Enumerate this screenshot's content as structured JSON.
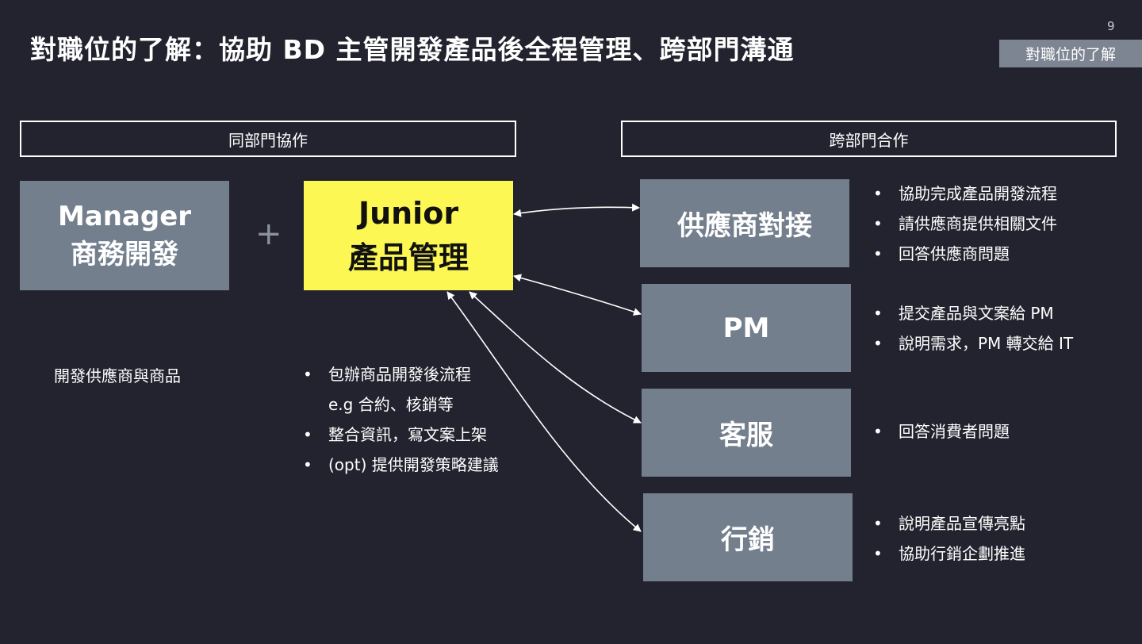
{
  "title": "對職位的了解：協助 BD 主管開發產品後全程管理、跨部門溝通",
  "page_number": "9",
  "section_tag": "對職位的了解",
  "left_header": "同部門協作",
  "right_header": "跨部門合作",
  "manager": {
    "line1": "Manager",
    "line2": "商務開發"
  },
  "plus": "+",
  "junior": {
    "line1": "Junior",
    "line2": "產品管理"
  },
  "manager_desc": "開發供應商與商品",
  "junior_bullets": [
    {
      "text": "包辦商品開發後流程",
      "cont": "e.g 合約、核銷等"
    },
    {
      "text": "整合資訊，寫文案上架"
    },
    {
      "text": "(opt) 提供開發策略建議"
    }
  ],
  "departments": [
    {
      "label": "供應商對接",
      "bullets": [
        "協助完成產品開發流程",
        "請供應商提供相關文件",
        "回答供應商問題"
      ]
    },
    {
      "label": "PM",
      "bullets": [
        "提交產品與文案給 PM",
        "說明需求，PM 轉交給 IT"
      ]
    },
    {
      "label": "客服",
      "bullets": [
        "回答消費者問題"
      ]
    },
    {
      "label": "行銷",
      "bullets": [
        "說明產品宣傳亮點",
        "協助行銷企劃推進"
      ]
    }
  ],
  "bullet_symbol": "•",
  "colors": {
    "background": "#23232f",
    "gray_box": "#747f8e",
    "highlight": "#fcf752",
    "tag": "#7c8591"
  }
}
